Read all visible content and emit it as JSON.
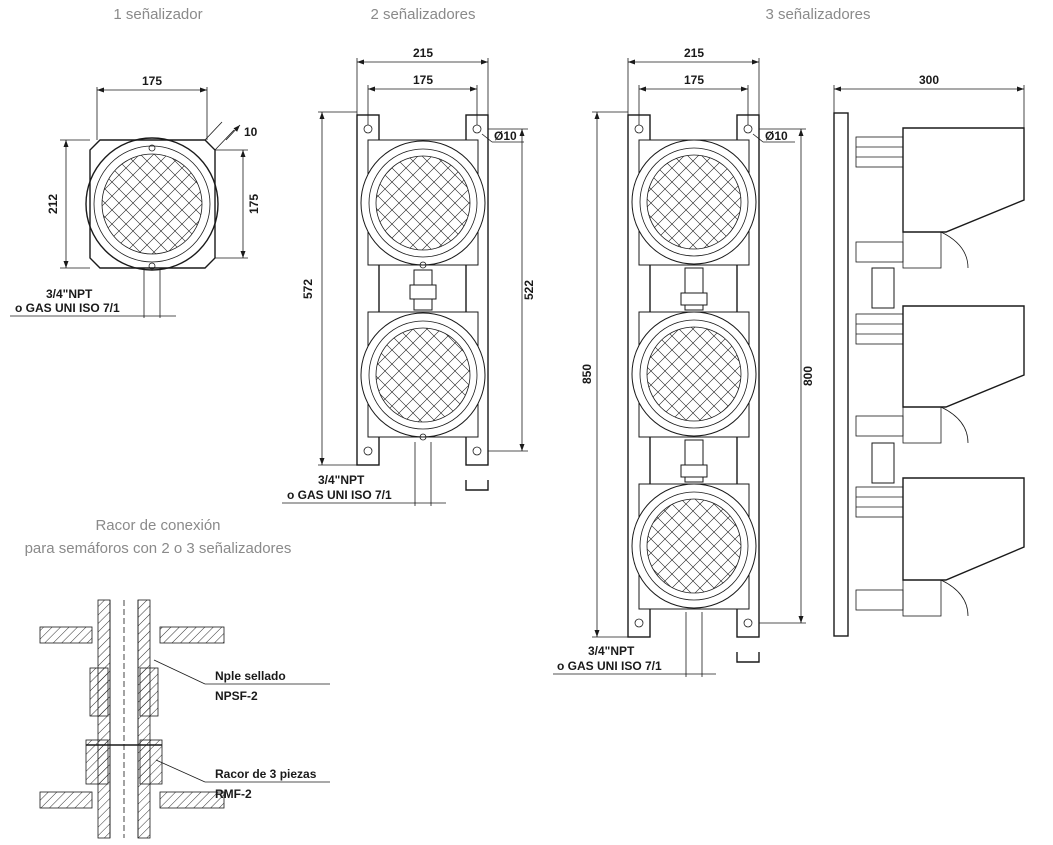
{
  "titles": {
    "one": "1 señalizador",
    "two": "2 señalizadores",
    "three": "3 señalizadores",
    "racor_line1": "Racor de conexión",
    "racor_line2": "para semáforos con 2 o 3 señalizadores"
  },
  "one": {
    "width": "175",
    "height": "212",
    "inner": "175",
    "corner": "10",
    "thread1": "3/4\"NPT",
    "thread2": "o GAS UNI ISO 7/1"
  },
  "two": {
    "width_total": "215",
    "width_inner": "175",
    "hole": "Ø10",
    "height_total": "572",
    "height_holes": "522",
    "thread1": "3/4\"NPT",
    "thread2": "o GAS UNI ISO 7/1"
  },
  "three": {
    "width_total": "215",
    "width_inner": "175",
    "hole": "Ø10",
    "height_total": "850",
    "height_holes": "800",
    "depth": "300",
    "thread1": "3/4\"NPT",
    "thread2": "o GAS UNI ISO 7/1"
  },
  "racor": {
    "nipple_label": "Nple sellado",
    "nipple_code": "NPSF-2",
    "union_label": "Racor de 3 piezas",
    "union_code": "RMF-2"
  }
}
